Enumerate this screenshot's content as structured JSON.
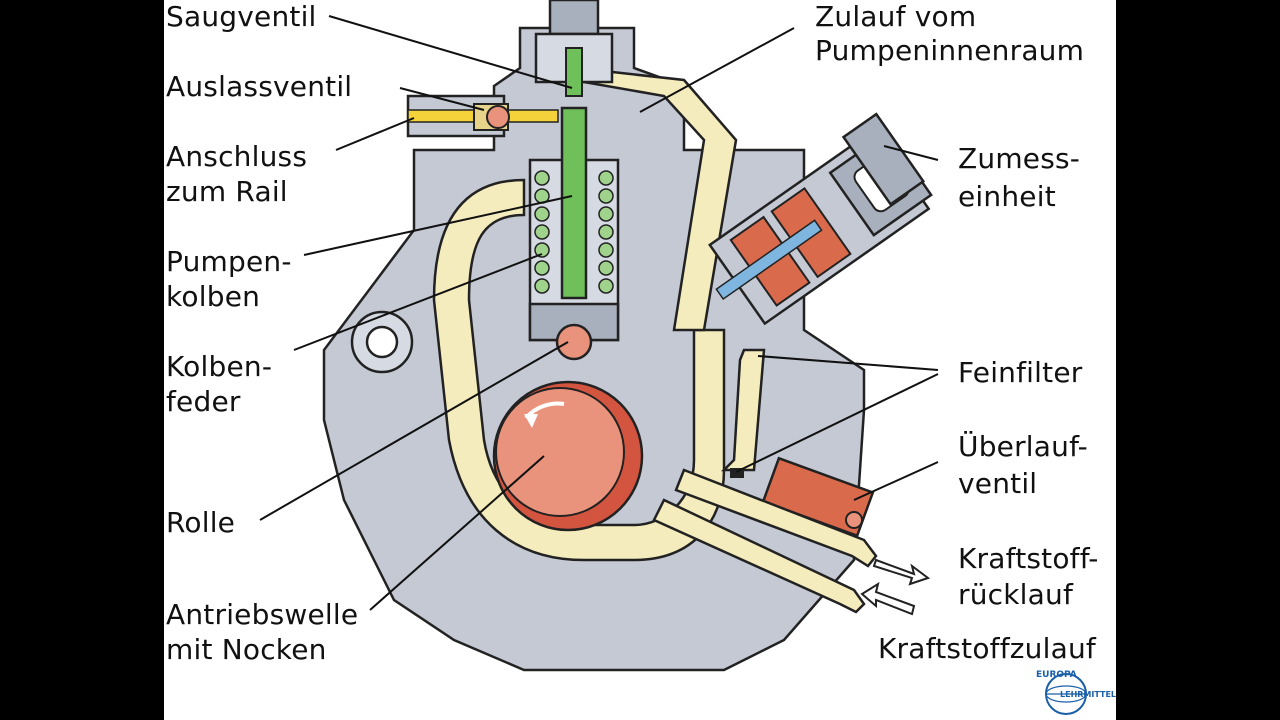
{
  "labels": {
    "saugventil": "Saugventil",
    "auslassventil": "Auslassventil",
    "anschluss_1": "Anschluss",
    "anschluss_2": "zum Rail",
    "pumpenkolben_1": "Pumpen-",
    "pumpenkolben_2": "kolben",
    "kolbenfeder_1": "Kolben-",
    "kolbenfeder_2": "feder",
    "rolle": "Rolle",
    "antriebswelle_1": "Antriebswelle",
    "antriebswelle_2": "mit Nocken",
    "zulauf_1": "Zulauf vom",
    "zulauf_2": "Pumpeninnenraum",
    "zumess_1": "Zumess-",
    "zumess_2": "einheit",
    "feinfilter": "Feinfilter",
    "ueberlauf_1": "Überlauf-",
    "ueberlauf_2": "ventil",
    "ruecklauf_1": "Kraftstoff-",
    "ruecklauf_2": "rücklauf",
    "zulauf_kraftstoff": "Kraftstoffzulauf"
  },
  "logo": {
    "top": "EUROPA",
    "bottom": "LEHRMITTEL"
  },
  "colors": {
    "housing": "#c4c9d4",
    "housing_dark": "#a9b0bd",
    "fuel": "#f4ecbd",
    "fuel_yellow": "#f5d23a",
    "cam": "#e9937c",
    "cam_dark": "#d4553f",
    "piston": "#6fbf5a",
    "spring": "#9fd38c",
    "coil": "#d96a4c",
    "valve_blue": "#7fb6e0",
    "logo_blue": "#1a5fa8"
  }
}
